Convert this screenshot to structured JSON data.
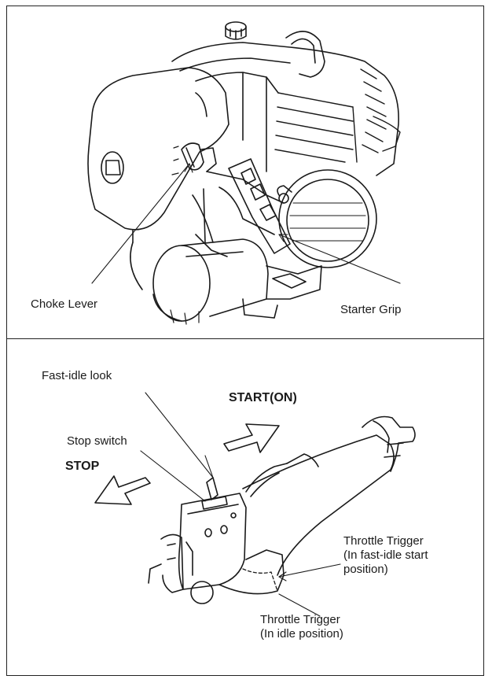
{
  "top_panel": {
    "choke_label": "Choke Lever",
    "starter_label": "Starter Grip"
  },
  "bottom_panel": {
    "fast_idle_label": "Fast-idle look",
    "start_label": "START(ON)",
    "stop_switch_label": "Stop switch",
    "stop_label": "STOP",
    "throttle_fast_lines": [
      "Throttle Trigger",
      "(In fast-idle start",
      "position)"
    ],
    "throttle_idle_lines": [
      "Throttle Trigger",
      "(In idle position)"
    ]
  }
}
